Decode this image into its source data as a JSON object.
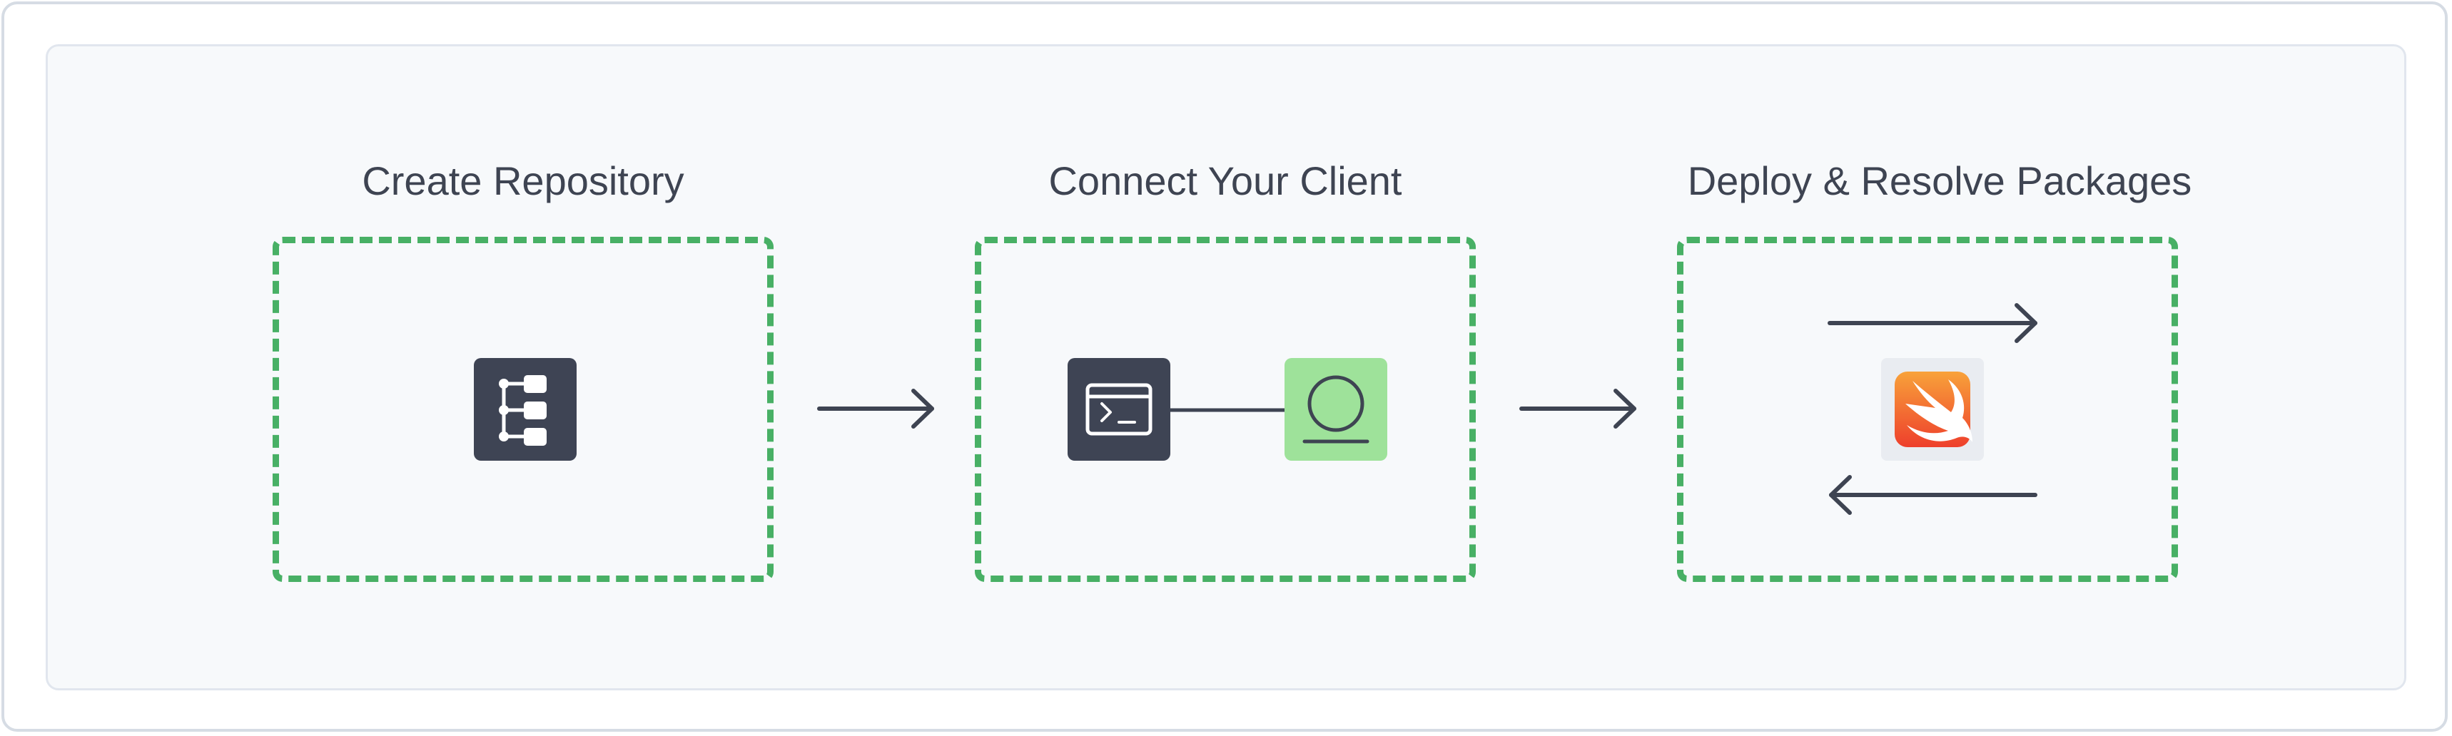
{
  "steps": [
    {
      "title": "Create Repository",
      "icon": "repository-tree-icon"
    },
    {
      "title": "Connect Your Client",
      "icons": [
        "terminal-icon",
        "client-connection-icon"
      ]
    },
    {
      "title": "Deploy & Resolve Packages",
      "icon": "swift-logo-icon"
    }
  ],
  "colors": {
    "dashed_border": "#48b065",
    "dark_tile": "#3e4454",
    "green_tile": "#9ee29a",
    "arrow": "#3e4452",
    "panel_bg": "#f7f9fb"
  }
}
